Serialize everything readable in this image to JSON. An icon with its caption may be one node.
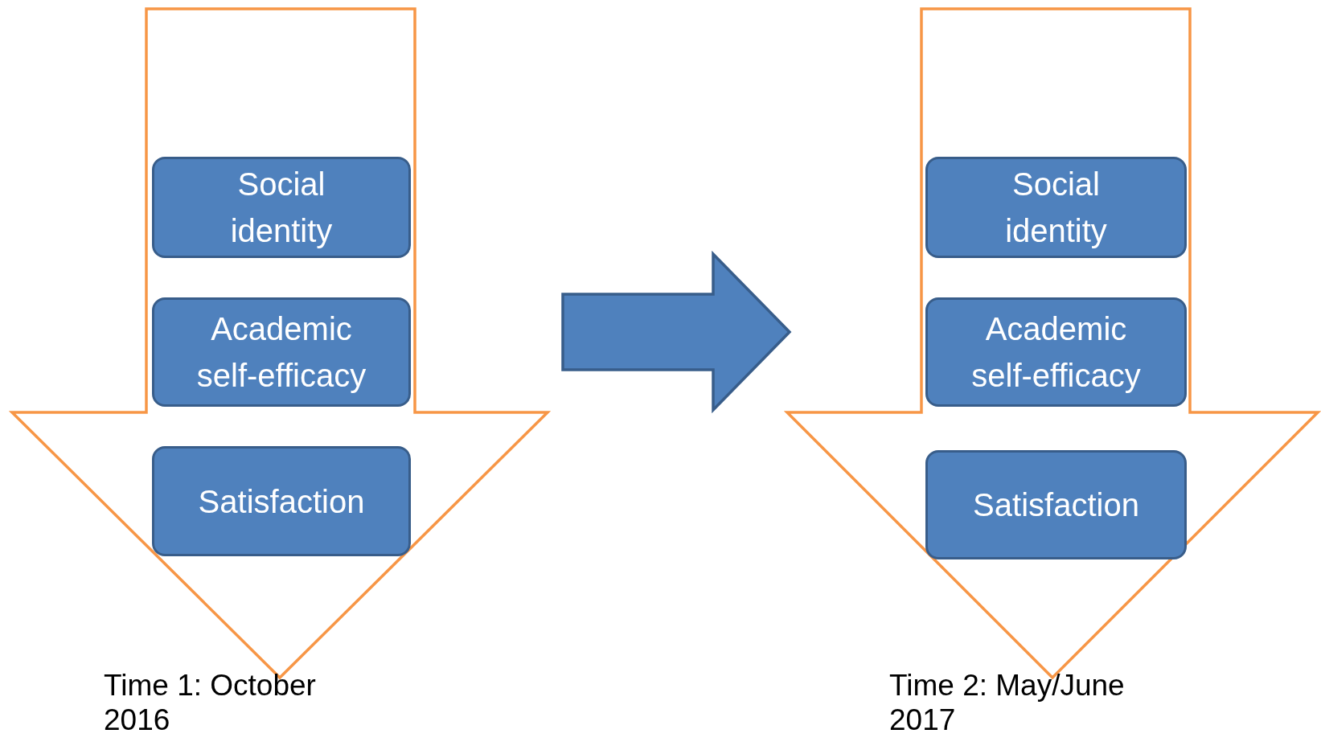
{
  "diagram": {
    "nodes": [
      {
        "text": [],
        "shape": "arrow",
        "beside": [
          "Time 1: October 2016"
        ]
      },
      {
        "text": [
          "Social identity"
        ],
        "in": 0
      },
      {
        "text": [
          "Academic self-efficacy"
        ],
        "in": 0
      },
      {
        "text": [
          "Satisfaction"
        ],
        "in": 0
      },
      {
        "text": [],
        "shape": "arrow",
        "beside": [
          "Time 2: May/June 2017"
        ]
      },
      {
        "text": [
          "Social identity"
        ],
        "in": 4
      },
      {
        "text": [
          "Academic self-efficacy"
        ],
        "in": 4
      },
      {
        "text": [
          "Satisfaction"
        ],
        "in": 4
      }
    ],
    "edges": [
      {
        "from": 0,
        "to": 4,
        "arrow": "to"
      }
    ]
  }
}
